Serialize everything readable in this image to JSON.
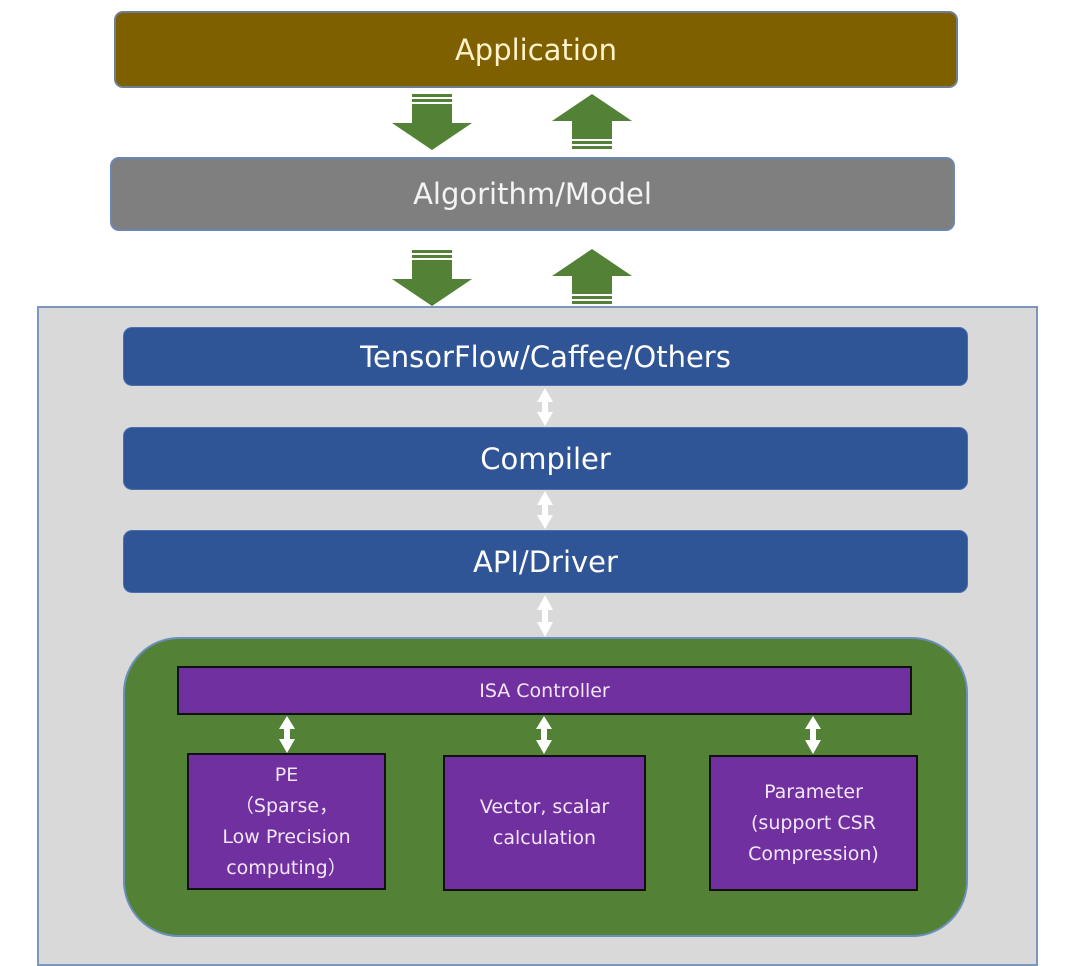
{
  "diagram": {
    "layers": {
      "application": "Application",
      "algorithm": "Algorithm/Model",
      "framework": "TensorFlow/Caffee/Others",
      "compiler": "Compiler",
      "api": "API/Driver"
    },
    "hardware": {
      "controller": "ISA Controller",
      "units": [
        {
          "lines": [
            "PE",
            "（Sparse，",
            "Low Precision",
            "computing）"
          ]
        },
        {
          "lines": [
            "Vector, scalar",
            "calculation"
          ]
        },
        {
          "lines": [
            "Parameter",
            "(support CSR",
            "Compression)"
          ]
        }
      ]
    },
    "colors": {
      "application": "#7f6000",
      "algorithm": "#7f7f7f",
      "software_layer": "#2f5597",
      "hardware_container": "#538135",
      "hardware_unit": "#7030a0",
      "arrow": "#538135",
      "background_panel": "#d9d9d9"
    },
    "connectors": {
      "application_algorithm": "bidirectional-block-arrows",
      "algorithm_stack": "bidirectional-block-arrows",
      "software_layers": "double-headed-arrows",
      "controller_units": "double-headed-arrows"
    }
  }
}
